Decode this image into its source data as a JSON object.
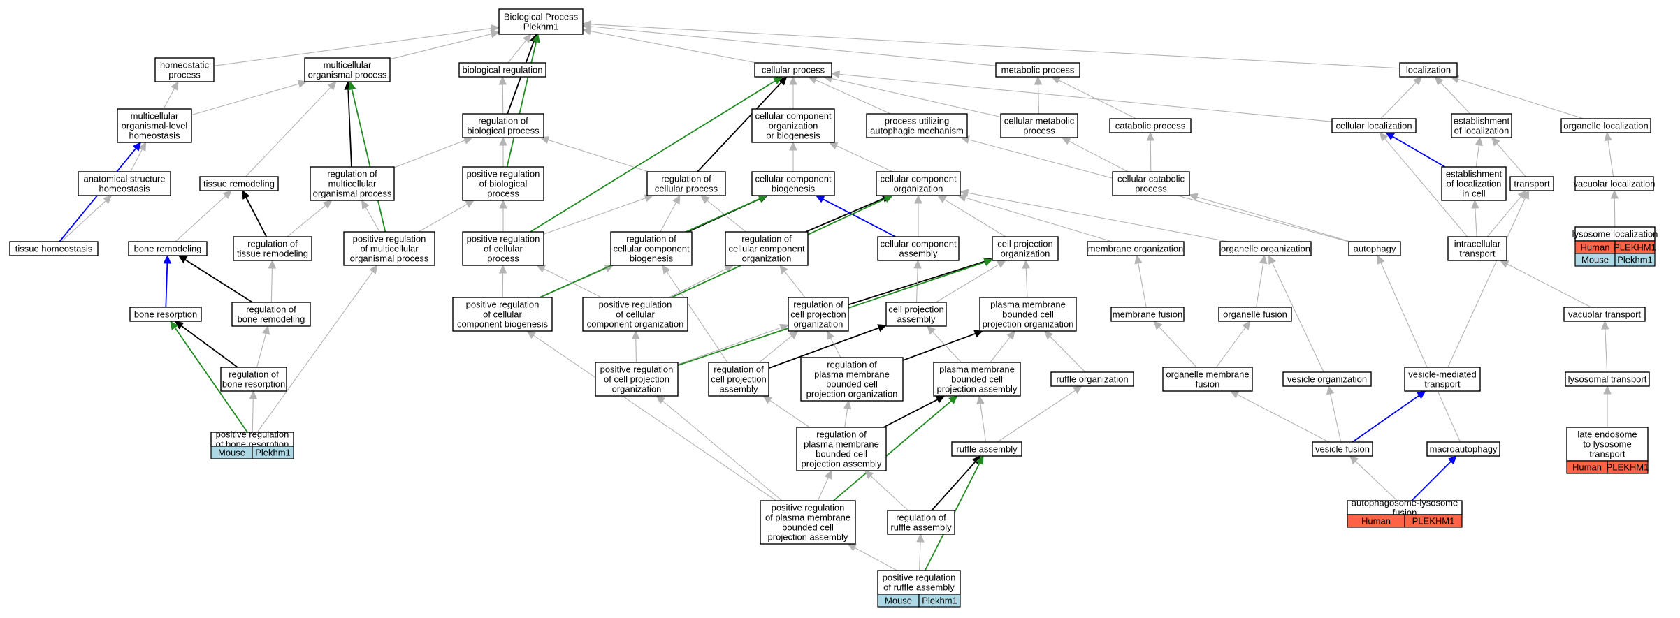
{
  "colors": {
    "is_a": "#b4b4b4",
    "part_of": "#0000ff",
    "regulates": "#000000",
    "positively_regulates": "#228b22",
    "mouse": "#add8e6",
    "human": "#ff6347"
  },
  "nodes": [
    {
      "id": "bp",
      "lines": [
        "Biological Process",
        "Plekhm1"
      ]
    },
    {
      "id": "homeo",
      "lines": [
        "homeostatic",
        "process"
      ]
    },
    {
      "id": "mop",
      "lines": [
        "multicellular",
        "organismal process"
      ]
    },
    {
      "id": "breg",
      "lines": [
        "biological regulation"
      ]
    },
    {
      "id": "cellproc",
      "lines": [
        "cellular process"
      ]
    },
    {
      "id": "metab",
      "lines": [
        "metabolic process"
      ]
    },
    {
      "id": "loc",
      "lines": [
        "localization"
      ]
    },
    {
      "id": "mlh",
      "lines": [
        "multicellular",
        "organismal-level",
        "homeostasis"
      ]
    },
    {
      "id": "rbp",
      "lines": [
        "regulation of",
        "biological process"
      ]
    },
    {
      "id": "ccob",
      "lines": [
        "cellular component",
        "organization",
        "or biogenesis"
      ]
    },
    {
      "id": "pum",
      "lines": [
        "process utilizing",
        "autophagic mechanism"
      ]
    },
    {
      "id": "cmp",
      "lines": [
        "cellular metabolic",
        "process"
      ]
    },
    {
      "id": "catab",
      "lines": [
        "catabolic process"
      ]
    },
    {
      "id": "cloc",
      "lines": [
        "cellular localization"
      ]
    },
    {
      "id": "eloc",
      "lines": [
        "establishment",
        "of localization"
      ]
    },
    {
      "id": "oloc",
      "lines": [
        "organelle localization"
      ]
    },
    {
      "id": "ash",
      "lines": [
        "anatomical structure",
        "homeostasis"
      ]
    },
    {
      "id": "tremod",
      "lines": [
        "tissue remodeling"
      ]
    },
    {
      "id": "rmop",
      "lines": [
        "regulation of",
        "multicellular",
        "organismal process"
      ]
    },
    {
      "id": "prbp",
      "lines": [
        "positive regulation",
        "of biological",
        "process"
      ]
    },
    {
      "id": "rcp",
      "lines": [
        "regulation of",
        "cellular process"
      ]
    },
    {
      "id": "ccb",
      "lines": [
        "cellular component",
        "biogenesis"
      ]
    },
    {
      "id": "cco",
      "lines": [
        "cellular component",
        "organization"
      ]
    },
    {
      "id": "ccatab",
      "lines": [
        "cellular catabolic",
        "process"
      ]
    },
    {
      "id": "eloccell",
      "lines": [
        "establishment",
        "of localization",
        "in cell"
      ]
    },
    {
      "id": "transport",
      "lines": [
        "transport"
      ]
    },
    {
      "id": "vloc",
      "lines": [
        "vacuolar localization"
      ]
    },
    {
      "id": "thomeo",
      "lines": [
        "tissue homeostasis"
      ]
    },
    {
      "id": "bremod",
      "lines": [
        "bone remodeling"
      ]
    },
    {
      "id": "rtremod",
      "lines": [
        "regulation of",
        "tissue remodeling"
      ]
    },
    {
      "id": "prmop",
      "lines": [
        "positive regulation",
        "of multicellular",
        "organismal process"
      ]
    },
    {
      "id": "prcp",
      "lines": [
        "positive regulation",
        "of cellular",
        "process"
      ]
    },
    {
      "id": "rccb",
      "lines": [
        "regulation of",
        "cellular component",
        "biogenesis"
      ]
    },
    {
      "id": "rcco",
      "lines": [
        "regulation of",
        "cellular component",
        "organization"
      ]
    },
    {
      "id": "cca",
      "lines": [
        "cellular component",
        "assembly"
      ]
    },
    {
      "id": "cpo",
      "lines": [
        "cell projection",
        "organization"
      ]
    },
    {
      "id": "morg",
      "lines": [
        "membrane organization"
      ]
    },
    {
      "id": "oorg",
      "lines": [
        "organelle organization"
      ]
    },
    {
      "id": "autoph",
      "lines": [
        "autophagy"
      ]
    },
    {
      "id": "itrans",
      "lines": [
        "intracellular",
        "transport"
      ]
    },
    {
      "id": "lysloc",
      "lines": [
        "lysosome localization"
      ],
      "tags": [
        [
          "Human",
          "PLEKHM1"
        ],
        [
          "Mouse",
          "Plekhm1"
        ]
      ]
    },
    {
      "id": "bres",
      "lines": [
        "bone resorption"
      ]
    },
    {
      "id": "rbremod",
      "lines": [
        "regulation of",
        "bone remodeling"
      ]
    },
    {
      "id": "prccb",
      "lines": [
        "positive regulation",
        "of cellular",
        "component biogenesis"
      ]
    },
    {
      "id": "prcco",
      "lines": [
        "positive regulation",
        "of cellular",
        "component organization"
      ]
    },
    {
      "id": "rcpo",
      "lines": [
        "regulation of",
        "cell projection",
        "organization"
      ]
    },
    {
      "id": "cpa",
      "lines": [
        "cell projection",
        "assembly"
      ]
    },
    {
      "id": "pmbcpo",
      "lines": [
        "plasma membrane",
        "bounded cell",
        "projection organization"
      ]
    },
    {
      "id": "mfus",
      "lines": [
        "membrane fusion"
      ]
    },
    {
      "id": "ofus",
      "lines": [
        "organelle fusion"
      ]
    },
    {
      "id": "vtrans",
      "lines": [
        "vacuolar transport"
      ]
    },
    {
      "id": "rbres",
      "lines": [
        "regulation of",
        "bone resorption"
      ]
    },
    {
      "id": "prcpo",
      "lines": [
        "positive regulation",
        "of cell projection",
        "organization"
      ]
    },
    {
      "id": "rcpa",
      "lines": [
        "regulation of",
        "cell projection",
        "assembly"
      ]
    },
    {
      "id": "rpmbcpo",
      "lines": [
        "regulation of",
        "plasma membrane",
        "bounded cell",
        "projection organization"
      ]
    },
    {
      "id": "pmbcpa",
      "lines": [
        "plasma membrane",
        "bounded cell",
        "projection assembly"
      ]
    },
    {
      "id": "rorg",
      "lines": [
        "ruffle organization"
      ]
    },
    {
      "id": "omfus",
      "lines": [
        "organelle membrane",
        "fusion"
      ]
    },
    {
      "id": "vorg",
      "lines": [
        "vesicle organization"
      ]
    },
    {
      "id": "vmt",
      "lines": [
        "vesicle-mediated",
        "transport"
      ]
    },
    {
      "id": "lystrans",
      "lines": [
        "lysosomal transport"
      ]
    },
    {
      "id": "prbres",
      "lines": [
        "positive regulation",
        "of bone resorption"
      ],
      "tags": [
        [
          "Mouse",
          "Plekhm1"
        ]
      ]
    },
    {
      "id": "rpmbcpa",
      "lines": [
        "regulation of",
        "plasma membrane",
        "bounded cell",
        "projection assembly"
      ]
    },
    {
      "id": "rassy",
      "lines": [
        "ruffle assembly"
      ]
    },
    {
      "id": "vfus",
      "lines": [
        "vesicle fusion"
      ]
    },
    {
      "id": "macro",
      "lines": [
        "macroautophagy"
      ]
    },
    {
      "id": "lelt",
      "lines": [
        "late endosome",
        "to lysosome",
        "transport"
      ],
      "tags": [
        [
          "Human",
          "PLEKHM1"
        ]
      ]
    },
    {
      "id": "prpmbcpa",
      "lines": [
        "positive regulation",
        "of plasma membrane",
        "bounded cell",
        "projection assembly"
      ]
    },
    {
      "id": "rrassy",
      "lines": [
        "regulation of",
        "ruffle assembly"
      ]
    },
    {
      "id": "alf",
      "lines": [
        "autophagosome-lysosome",
        "fusion"
      ],
      "tags": [
        [
          "Human",
          "PLEKHM1"
        ]
      ]
    },
    {
      "id": "prrassy",
      "lines": [
        "positive regulation",
        "of ruffle assembly"
      ],
      "tags": [
        [
          "Mouse",
          "Plekhm1"
        ]
      ]
    }
  ],
  "edges": [
    {
      "from": "homeo",
      "to": "bp",
      "type": "is_a"
    },
    {
      "from": "mop",
      "to": "bp",
      "type": "is_a"
    },
    {
      "from": "breg",
      "to": "bp",
      "type": "is_a"
    },
    {
      "from": "cellproc",
      "to": "bp",
      "type": "is_a"
    },
    {
      "from": "metab",
      "to": "bp",
      "type": "is_a"
    },
    {
      "from": "loc",
      "to": "bp",
      "type": "is_a"
    },
    {
      "from": "rbp",
      "to": "bp",
      "type": "regulates"
    },
    {
      "from": "prbp",
      "to": "bp",
      "type": "positively_regulates"
    },
    {
      "from": "mlh",
      "to": "homeo",
      "type": "is_a"
    },
    {
      "from": "mlh",
      "to": "mop",
      "type": "is_a"
    },
    {
      "from": "rbp",
      "to": "breg",
      "type": "is_a"
    },
    {
      "from": "ccob",
      "to": "cellproc",
      "type": "is_a"
    },
    {
      "from": "pum",
      "to": "cellproc",
      "type": "is_a"
    },
    {
      "from": "cmp",
      "to": "cellproc",
      "type": "is_a"
    },
    {
      "from": "cmp",
      "to": "metab",
      "type": "is_a"
    },
    {
      "from": "catab",
      "to": "metab",
      "type": "is_a"
    },
    {
      "from": "cloc",
      "to": "cellproc",
      "type": "is_a"
    },
    {
      "from": "cloc",
      "to": "loc",
      "type": "is_a"
    },
    {
      "from": "eloc",
      "to": "loc",
      "type": "is_a"
    },
    {
      "from": "oloc",
      "to": "loc",
      "type": "is_a"
    },
    {
      "from": "ash",
      "to": "mlh",
      "type": "is_a"
    },
    {
      "from": "thomeo",
      "to": "ash",
      "type": "is_a"
    },
    {
      "from": "thomeo",
      "to": "mlh",
      "type": "part_of"
    },
    {
      "from": "tremod",
      "to": "mop",
      "type": "is_a"
    },
    {
      "from": "rmop",
      "to": "mop",
      "type": "regulates"
    },
    {
      "from": "rmop",
      "to": "rbp",
      "type": "is_a"
    },
    {
      "from": "prmop",
      "to": "mop",
      "type": "positively_regulates"
    },
    {
      "from": "prmop",
      "to": "rmop",
      "type": "is_a"
    },
    {
      "from": "prmop",
      "to": "prbp",
      "type": "is_a"
    },
    {
      "from": "prbp",
      "to": "rbp",
      "type": "is_a"
    },
    {
      "from": "rcp",
      "to": "rbp",
      "type": "is_a"
    },
    {
      "from": "rcp",
      "to": "cellproc",
      "type": "regulates"
    },
    {
      "from": "prcp",
      "to": "cellproc",
      "type": "positively_regulates"
    },
    {
      "from": "prcp",
      "to": "rcp",
      "type": "is_a"
    },
    {
      "from": "prcp",
      "to": "prbp",
      "type": "is_a"
    },
    {
      "from": "ccb",
      "to": "ccob",
      "type": "is_a"
    },
    {
      "from": "cco",
      "to": "ccob",
      "type": "is_a"
    },
    {
      "from": "ccatab",
      "to": "cmp",
      "type": "is_a"
    },
    {
      "from": "ccatab",
      "to": "catab",
      "type": "is_a"
    },
    {
      "from": "eloccell",
      "to": "cloc",
      "type": "part_of"
    },
    {
      "from": "eloccell",
      "to": "eloc",
      "type": "is_a"
    },
    {
      "from": "transport",
      "to": "eloc",
      "type": "is_a"
    },
    {
      "from": "vloc",
      "to": "oloc",
      "type": "is_a"
    },
    {
      "from": "lysloc",
      "to": "vloc",
      "type": "is_a"
    },
    {
      "from": "bremod",
      "to": "tremod",
      "type": "is_a"
    },
    {
      "from": "rtremod",
      "to": "tremod",
      "type": "regulates"
    },
    {
      "from": "rtremod",
      "to": "rmop",
      "type": "is_a"
    },
    {
      "from": "rccb",
      "to": "rcp",
      "type": "is_a"
    },
    {
      "from": "rccb",
      "to": "ccb",
      "type": "regulates"
    },
    {
      "from": "rcco",
      "to": "rcp",
      "type": "is_a"
    },
    {
      "from": "rcco",
      "to": "cco",
      "type": "regulates"
    },
    {
      "from": "cca",
      "to": "ccb",
      "type": "part_of"
    },
    {
      "from": "cca",
      "to": "cco",
      "type": "is_a"
    },
    {
      "from": "cpo",
      "to": "cco",
      "type": "is_a"
    },
    {
      "from": "morg",
      "to": "cco",
      "type": "is_a"
    },
    {
      "from": "oorg",
      "to": "cco",
      "type": "is_a"
    },
    {
      "from": "autoph",
      "to": "pum",
      "type": "is_a"
    },
    {
      "from": "autoph",
      "to": "ccatab",
      "type": "is_a"
    },
    {
      "from": "itrans",
      "to": "cloc",
      "type": "is_a"
    },
    {
      "from": "itrans",
      "to": "eloccell",
      "type": "is_a"
    },
    {
      "from": "itrans",
      "to": "transport",
      "type": "is_a"
    },
    {
      "from": "bres",
      "to": "bremod",
      "type": "part_of"
    },
    {
      "from": "rbremod",
      "to": "bremod",
      "type": "regulates"
    },
    {
      "from": "rbremod",
      "to": "rtremod",
      "type": "is_a"
    },
    {
      "from": "rbres",
      "to": "bres",
      "type": "regulates"
    },
    {
      "from": "rbres",
      "to": "rbremod",
      "type": "is_a"
    },
    {
      "from": "prbres",
      "to": "bres",
      "type": "positively_regulates"
    },
    {
      "from": "prbres",
      "to": "rbres",
      "type": "is_a"
    },
    {
      "from": "prbres",
      "to": "prmop",
      "type": "is_a"
    },
    {
      "from": "prccb",
      "to": "prcp",
      "type": "is_a"
    },
    {
      "from": "prccb",
      "to": "rccb",
      "type": "is_a"
    },
    {
      "from": "prccb",
      "to": "ccb",
      "type": "positively_regulates"
    },
    {
      "from": "prcco",
      "to": "prcp",
      "type": "is_a"
    },
    {
      "from": "prcco",
      "to": "rcco",
      "type": "is_a"
    },
    {
      "from": "prcco",
      "to": "cco",
      "type": "positively_regulates"
    },
    {
      "from": "rcpo",
      "to": "rcco",
      "type": "is_a"
    },
    {
      "from": "rcpo",
      "to": "cpo",
      "type": "regulates"
    },
    {
      "from": "cpa",
      "to": "cca",
      "type": "is_a"
    },
    {
      "from": "cpa",
      "to": "cpo",
      "type": "is_a"
    },
    {
      "from": "pmbcpo",
      "to": "cpo",
      "type": "is_a"
    },
    {
      "from": "mfus",
      "to": "morg",
      "type": "is_a"
    },
    {
      "from": "ofus",
      "to": "oorg",
      "type": "is_a"
    },
    {
      "from": "vtrans",
      "to": "itrans",
      "type": "is_a"
    },
    {
      "from": "prcpo",
      "to": "prcco",
      "type": "is_a"
    },
    {
      "from": "prcpo",
      "to": "rcpo",
      "type": "is_a"
    },
    {
      "from": "prcpo",
      "to": "cpo",
      "type": "positively_regulates"
    },
    {
      "from": "rcpa",
      "to": "rcpo",
      "type": "is_a"
    },
    {
      "from": "rcpa",
      "to": "rccb",
      "type": "is_a"
    },
    {
      "from": "rcpa",
      "to": "cpa",
      "type": "regulates"
    },
    {
      "from": "rpmbcpo",
      "to": "rcpo",
      "type": "is_a"
    },
    {
      "from": "rpmbcpo",
      "to": "pmbcpo",
      "type": "regulates"
    },
    {
      "from": "pmbcpa",
      "to": "cpa",
      "type": "is_a"
    },
    {
      "from": "pmbcpa",
      "to": "pmbcpo",
      "type": "is_a"
    },
    {
      "from": "rorg",
      "to": "pmbcpo",
      "type": "is_a"
    },
    {
      "from": "omfus",
      "to": "mfus",
      "type": "is_a"
    },
    {
      "from": "omfus",
      "to": "ofus",
      "type": "is_a"
    },
    {
      "from": "vorg",
      "to": "oorg",
      "type": "is_a"
    },
    {
      "from": "vmt",
      "to": "transport",
      "type": "is_a"
    },
    {
      "from": "lystrans",
      "to": "vtrans",
      "type": "is_a"
    },
    {
      "from": "rpmbcpa",
      "to": "rpmbcpo",
      "type": "is_a"
    },
    {
      "from": "rpmbcpa",
      "to": "rcpa",
      "type": "is_a"
    },
    {
      "from": "rpmbcpa",
      "to": "pmbcpa",
      "type": "regulates"
    },
    {
      "from": "rassy",
      "to": "pmbcpa",
      "type": "is_a"
    },
    {
      "from": "rassy",
      "to": "rorg",
      "type": "is_a"
    },
    {
      "from": "vfus",
      "to": "omfus",
      "type": "is_a"
    },
    {
      "from": "vfus",
      "to": "vorg",
      "type": "is_a"
    },
    {
      "from": "vfus",
      "to": "vmt",
      "type": "part_of"
    },
    {
      "from": "macro",
      "to": "autoph",
      "type": "is_a"
    },
    {
      "from": "lelt",
      "to": "lystrans",
      "type": "is_a"
    },
    {
      "from": "prpmbcpa",
      "to": "rpmbcpa",
      "type": "is_a"
    },
    {
      "from": "prpmbcpa",
      "to": "prcpo",
      "type": "is_a"
    },
    {
      "from": "prpmbcpa",
      "to": "prccb",
      "type": "is_a"
    },
    {
      "from": "prpmbcpa",
      "to": "pmbcpa",
      "type": "positively_regulates"
    },
    {
      "from": "rrassy",
      "to": "rpmbcpa",
      "type": "is_a"
    },
    {
      "from": "rrassy",
      "to": "rassy",
      "type": "regulates"
    },
    {
      "from": "alf",
      "to": "vfus",
      "type": "is_a"
    },
    {
      "from": "alf",
      "to": "macro",
      "type": "part_of"
    },
    {
      "from": "prrassy",
      "to": "rrassy",
      "type": "is_a"
    },
    {
      "from": "prrassy",
      "to": "prpmbcpa",
      "type": "is_a"
    },
    {
      "from": "prrassy",
      "to": "rassy",
      "type": "positively_regulates"
    }
  ]
}
